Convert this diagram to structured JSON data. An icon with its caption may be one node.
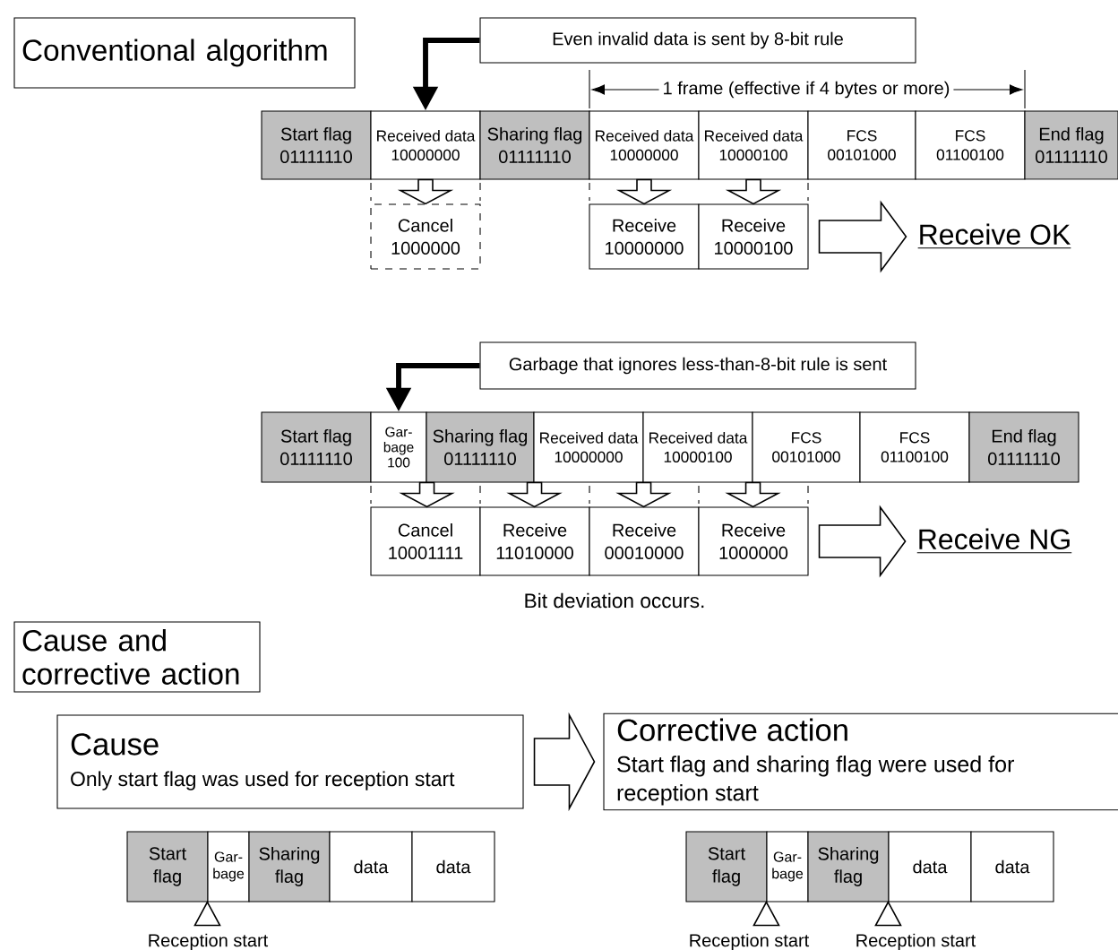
{
  "diagram": {
    "nodes": [
      {
        "text": [
          "Conventional algorithm"
        ]
      },
      {
        "text": [
          "Even invalid data is sent by 8-bit rule"
        ]
      },
      {
        "text": [
          "Start flag",
          "01111110"
        ]
      },
      {
        "text": [
          "Received data",
          "10000000"
        ]
      },
      {
        "text": [
          "Sharing flag",
          "01111110"
        ]
      },
      {
        "text": [
          "Received data",
          "10000000"
        ]
      },
      {
        "text": [
          "Received data",
          "10000100"
        ]
      },
      {
        "text": [
          "FCS",
          "00101000"
        ]
      },
      {
        "text": [
          "FCS",
          "01100100"
        ]
      },
      {
        "text": [
          "End flag",
          "01111110"
        ]
      },
      {
        "text": [
          "Cancel",
          "1000000"
        ]
      },
      {
        "text": [
          "Receive",
          "10000000"
        ]
      },
      {
        "text": [
          "Receive",
          "10000100"
        ]
      },
      {
        "text": [
          "Receive OK"
        ]
      },
      {
        "text": [
          "Garbage that ignores less-than-8-bit rule is sent"
        ]
      },
      {
        "text": [
          "Start flag",
          "01111110"
        ]
      },
      {
        "text": [
          "Gar- bage",
          "100"
        ]
      },
      {
        "text": [
          "Sharing flag",
          "01111110"
        ]
      },
      {
        "text": [
          "Received data",
          "10000000"
        ]
      },
      {
        "text": [
          "Received data",
          "10000100"
        ]
      },
      {
        "text": [
          "FCS",
          "00101000"
        ]
      },
      {
        "text": [
          "FCS",
          "01100100"
        ]
      },
      {
        "text": [
          "End flag",
          "01111110"
        ]
      },
      {
        "text": [
          "Cancel",
          "10001111"
        ]
      },
      {
        "text": [
          "Receive",
          "11010000"
        ]
      },
      {
        "text": [
          "Receive",
          "00010000"
        ]
      },
      {
        "text": [
          "Receive",
          "1000000"
        ]
      },
      {
        "text": [
          "Receive NG"
        ]
      },
      {
        "text": [
          "Cause and corrective action"
        ]
      },
      {
        "text": [
          "Cause",
          "Only start flag was used for reception start"
        ]
      },
      {
        "text": [
          "Corrective action",
          "Start flag and sharing flag were used for reception start"
        ]
      },
      {
        "text": [
          "Start flag"
        ]
      },
      {
        "text": [
          "Gar- bage"
        ]
      },
      {
        "text": [
          "Sharing flag"
        ]
      },
      {
        "text": [
          "data"
        ]
      },
      {
        "text": [
          "data"
        ]
      },
      {
        "text": [
          "Start flag"
        ]
      },
      {
        "text": [
          "Gar- bage"
        ]
      },
      {
        "text": [
          "Sharing flag"
        ]
      },
      {
        "text": [
          "data"
        ]
      },
      {
        "text": [
          "data"
        ]
      },
      {
        "text": [
          "Reception start"
        ]
      },
      {
        "text": [
          "Reception start"
        ]
      },
      {
        "text": [
          "Reception start"
        ]
      }
    ],
    "edges": [
      {
        "from": 1,
        "to": 3,
        "arrow": "to"
      },
      {
        "from": 3,
        "to": 10,
        "arrow": "to"
      },
      {
        "from": 5,
        "to": 11,
        "arrow": "to"
      },
      {
        "from": 6,
        "to": 12,
        "arrow": "to"
      },
      {
        "from": 12,
        "to": 13,
        "arrow": "to"
      },
      {
        "from": 14,
        "to": 16,
        "arrow": "to"
      },
      {
        "from": 16,
        "to": 23,
        "arrow": "to"
      },
      {
        "from": 17,
        "to": 24,
        "arrow": "to"
      },
      {
        "from": 18,
        "to": 25,
        "arrow": "to"
      },
      {
        "from": 19,
        "to": 26,
        "arrow": "to"
      },
      {
        "from": 26,
        "to": 27,
        "arrow": "to"
      },
      {
        "from": 29,
        "to": 30,
        "arrow": "to"
      },
      {
        "from": 41,
        "to": 32,
        "arrow": "to"
      },
      {
        "from": 42,
        "to": 37,
        "arrow": "to"
      },
      {
        "from": 43,
        "to": 39,
        "arrow": "to"
      }
    ],
    "labels": [
      "1 frame (effective if 4 bytes or more)",
      "Bit deviation occurs."
    ]
  }
}
